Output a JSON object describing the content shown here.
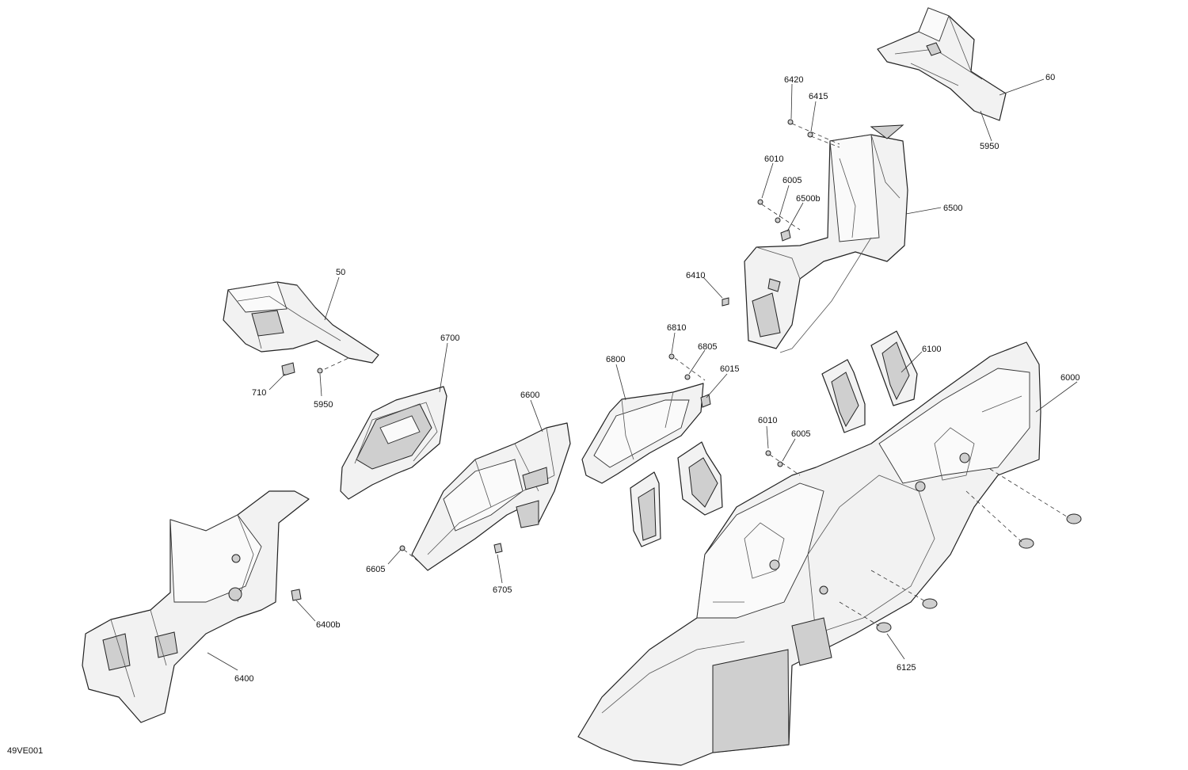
{
  "diagram": {
    "code": "49VE001",
    "labels": {
      "l60": "60",
      "l5950_top": "5950",
      "l6420": "6420",
      "l6415": "6415",
      "l6010_top": "6010",
      "l6005_top": "6005",
      "l6500b": "6500b",
      "l6500": "6500",
      "l6410": "6410",
      "l50": "50",
      "l710": "710",
      "l5950_mid": "5950",
      "l6700": "6700",
      "l6600": "6600",
      "l6800": "6800",
      "l6810": "6810",
      "l6805": "6805",
      "l6015": "6015",
      "l6100": "6100",
      "l6000": "6000",
      "l6010_bot": "6010",
      "l6005_bot": "6005",
      "l6605": "6605",
      "l6705": "6705",
      "l6400b": "6400b",
      "l6400": "6400",
      "l6125": "6125"
    }
  }
}
